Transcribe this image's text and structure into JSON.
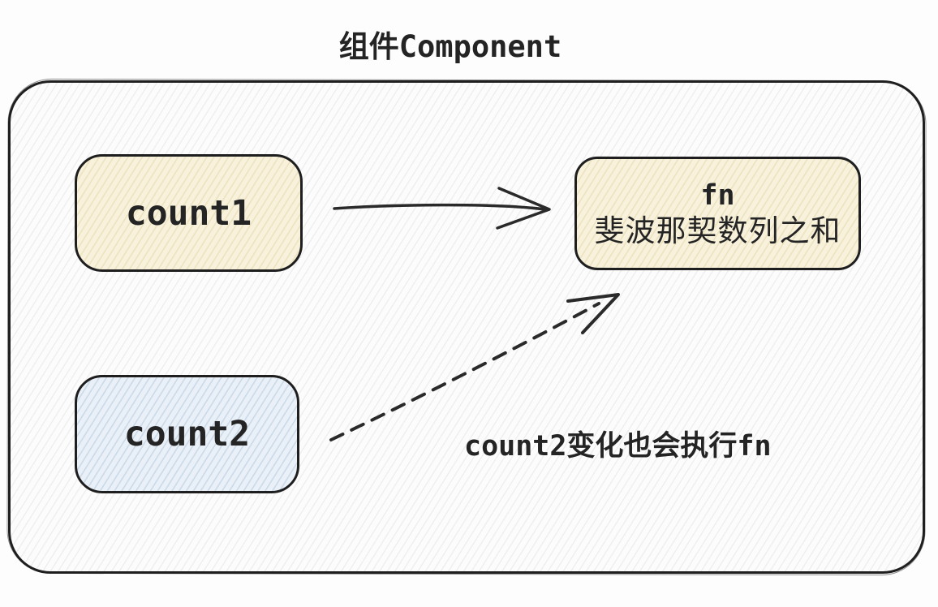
{
  "title": "组件Component",
  "boxes": {
    "count1": {
      "label": "count1"
    },
    "count2": {
      "label": "count2"
    },
    "fn": {
      "line1": "fn",
      "line2": "斐波那契数列之和"
    }
  },
  "annotation": "count2变化也会执行fn",
  "arrows": {
    "solid": {
      "name": "count1-to-fn",
      "style": "solid"
    },
    "dashed": {
      "name": "count2-to-fn",
      "style": "dashed"
    }
  },
  "colors": {
    "cream_fill": "#f8f2dd",
    "blue_fill": "#e9f0f7",
    "stroke": "#1f1f1f",
    "canvas_bg": "#fdfdfd"
  }
}
